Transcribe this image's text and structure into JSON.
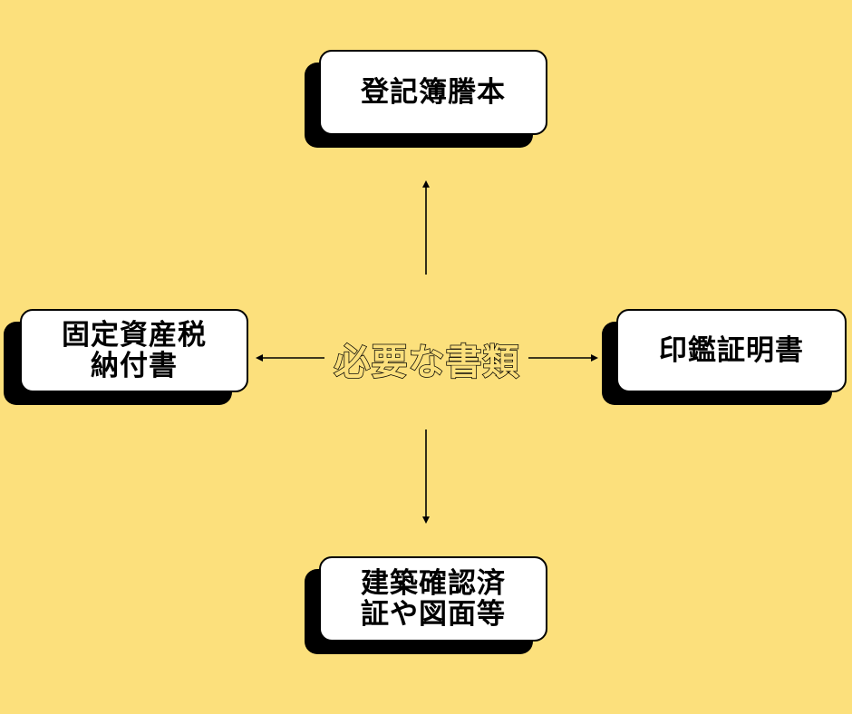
{
  "center": {
    "label": "必要な書類"
  },
  "nodes": {
    "top": {
      "label": "登記簿謄本"
    },
    "left": {
      "label": "固定資産税\n納付書"
    },
    "right": {
      "label": "印鑑証明書"
    },
    "bottom": {
      "label": "建築確認済\n証や図面等"
    }
  },
  "colors": {
    "background": "#FCE07C",
    "card_fill": "#FFFFFF",
    "card_shadow": "#000000",
    "arrow": "#000000"
  }
}
